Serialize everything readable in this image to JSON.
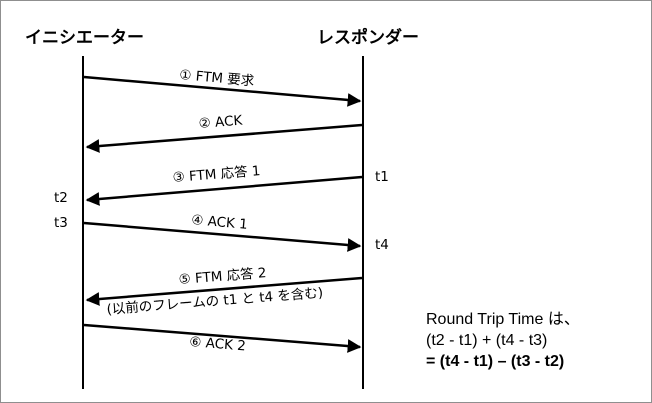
{
  "participants": {
    "initiator": "イニシエーター",
    "responder": "レスポンダー"
  },
  "messages": [
    {
      "label": "① FTM 要求"
    },
    {
      "label": "② ACK"
    },
    {
      "label": "③ FTM  応答 1"
    },
    {
      "label": "④ ACK 1"
    },
    {
      "label": "⑤ FTM 応答 2"
    },
    {
      "label": "⑥ ACK 2"
    }
  ],
  "message5_sub": "(以前のフレームの t1 と t4 を含む)",
  "times": {
    "t1": "t1",
    "t2": "t2",
    "t3": "t3",
    "t4": "t4"
  },
  "formula": {
    "line1": "Round Trip Time は、",
    "line2": "(t2 - t1) + (t4 - t3)",
    "line3": "= (t4 - t1) – (t3 - t2)"
  },
  "colors": {
    "line": "#000000",
    "border": "#8f8f8f"
  }
}
